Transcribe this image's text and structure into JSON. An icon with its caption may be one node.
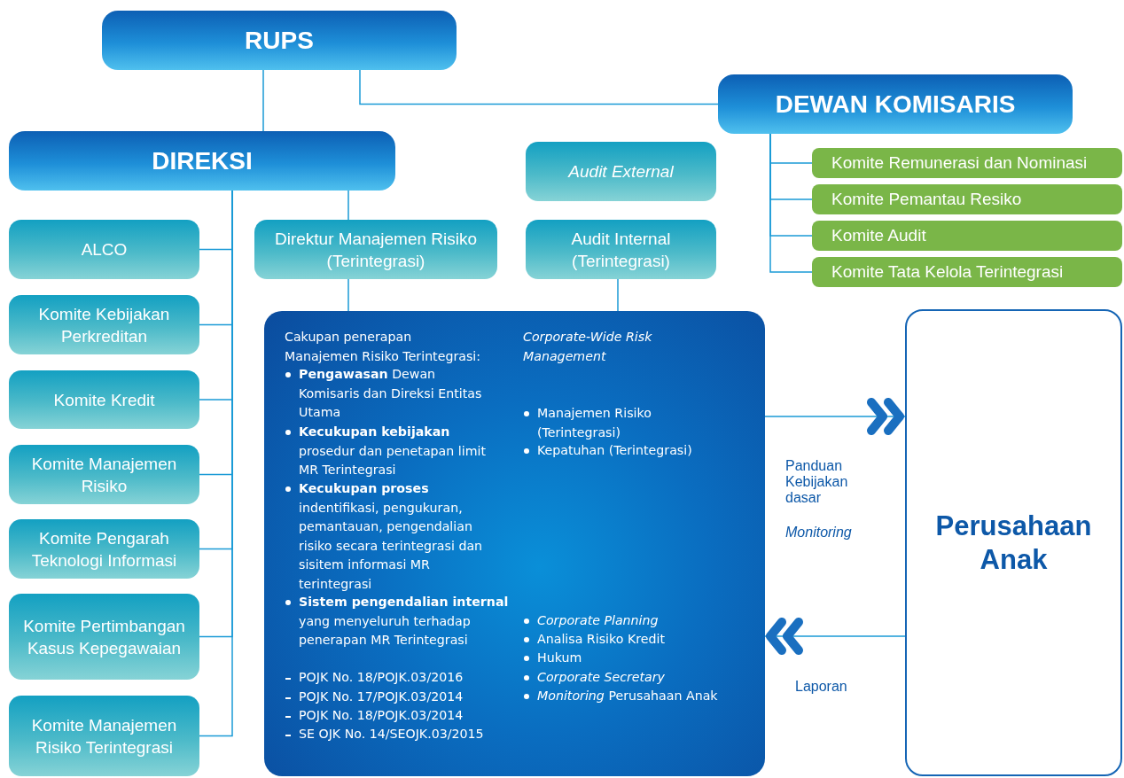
{
  "diagram": {
    "nodes": [
      {
        "text": [
          "RUPS"
        ]
      },
      {
        "text": [
          "DEWAN KOMISARIS"
        ]
      },
      {
        "text": [
          "DIREKSI"
        ]
      },
      {
        "text": [
          "Audit External"
        ]
      },
      {
        "text": [
          "Komite Remunerasi dan Nominasi"
        ]
      },
      {
        "text": [
          "Komite Pemantau Resiko"
        ]
      },
      {
        "text": [
          "Komite Audit"
        ]
      },
      {
        "text": [
          "Komite Tata Kelola Terintegrasi"
        ]
      },
      {
        "text": [
          "ALCO"
        ]
      },
      {
        "text": [
          "Komite Kebijakan Perkreditan"
        ]
      },
      {
        "text": [
          "Komite Kredit"
        ]
      },
      {
        "text": [
          "Komite Manajemen Risiko"
        ]
      },
      {
        "text": [
          "Komite Pengarah Teknologi Informasi"
        ]
      },
      {
        "text": [
          "Komite Pertimbangan Kasus Kepegawaian"
        ]
      },
      {
        "text": [
          "Komite Manajemen Risiko Terintegrasi"
        ]
      },
      {
        "text": [
          "Direktur Manajemen Risiko (Terintegrasi)"
        ]
      },
      {
        "text": [
          "Audit Internal (Terintegrasi)"
        ]
      },
      {
        "text": [
          "Cakupan penerapan Manajemen Risiko Terintegrasi:",
          "**Pengawasan** Dewan Komisaris dan Direksi Entitas Utama",
          "**Kecukupan kebijakan** prosedur dan penetapan limit MR Terintegrasi",
          "**Kecukupan proses** indentifikasi, pengukuran, pemantauan, pengendalian risiko secara terintegrasi dan sisitem informasi MR terintegrasi",
          "**Sistem pengendalian internal** yang menyeluruh terhadap penerapan MR Terintegrasi",
          "POJK No. 18/POJK.03/2016",
          "POJK No. 17/POJK.03/2014",
          "POJK No. 18/POJK.03/2014",
          "SE OJK No. 14/SEOJK.03/2015",
          "Corporate-Wide Risk Management",
          "Manajemen Risiko (Terintegrasi)",
          "Kepatuhan (Terintegrasi)",
          "Corporate Planning",
          "Analisa Risiko Kredit",
          "Hukum",
          "Corporate Secretary",
          "*Monitoring* Perusahaan Anak"
        ]
      },
      {
        "text": [
          "Perusahaan Anak"
        ]
      }
    ],
    "edges": [
      {
        "from": 0,
        "to": 2,
        "arrow": "none"
      },
      {
        "from": 0,
        "to": 1,
        "arrow": "none"
      },
      {
        "from": 1,
        "to": 4,
        "arrow": "none"
      },
      {
        "from": 1,
        "to": 5,
        "arrow": "none"
      },
      {
        "from": 1,
        "to": 6,
        "arrow": "none"
      },
      {
        "from": 1,
        "to": 7,
        "arrow": "none"
      },
      {
        "from": 2,
        "to": 8,
        "arrow": "none"
      },
      {
        "from": 2,
        "to": 9,
        "arrow": "none"
      },
      {
        "from": 2,
        "to": 10,
        "arrow": "none"
      },
      {
        "from": 2,
        "to": 11,
        "arrow": "none"
      },
      {
        "from": 2,
        "to": 12,
        "arrow": "none"
      },
      {
        "from": 2,
        "to": 13,
        "arrow": "none"
      },
      {
        "from": 2,
        "to": 14,
        "arrow": "none"
      },
      {
        "from": 2,
        "to": 15,
        "arrow": "none"
      },
      {
        "from": 15,
        "to": 17,
        "arrow": "none"
      },
      {
        "from": 16,
        "to": 17,
        "arrow": "none"
      },
      {
        "from": 17,
        "to": 18,
        "arrow": "to",
        "label": "Panduan Kebijakan dasar"
      },
      {
        "from": 18,
        "to": 17,
        "arrow": "to",
        "label": "Laporan"
      }
    ],
    "labels": [
      "Monitoring"
    ]
  }
}
